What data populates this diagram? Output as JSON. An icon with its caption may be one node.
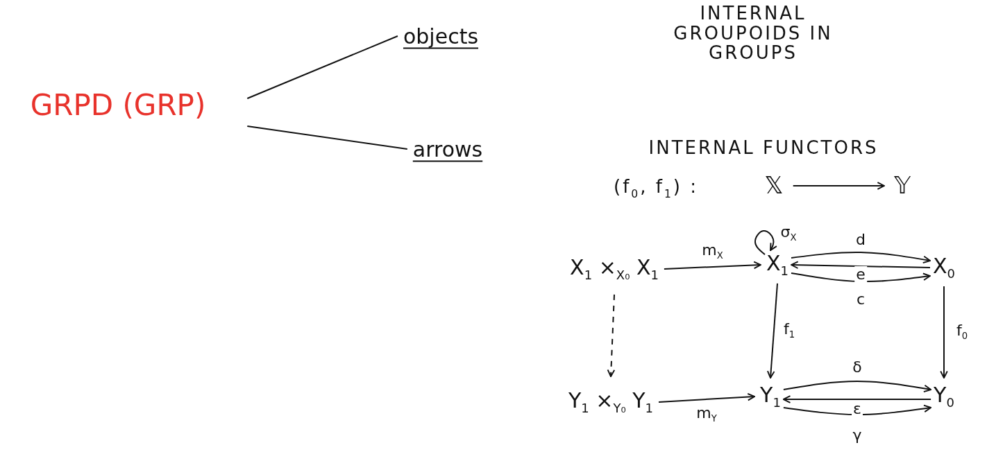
{
  "diagram": {
    "nodes": [
      {
        "text": [
          "GRPD (GRP)"
        ]
      },
      {
        "text": [
          "objects"
        ]
      },
      {
        "text": [
          "arrows"
        ]
      },
      {
        "text": [
          "𝕏"
        ]
      },
      {
        "text": [
          "𝕐"
        ]
      },
      {
        "text": [
          "X$_{1}$ ×$_{X₀}$ X$_{1}$"
        ]
      },
      {
        "text": [
          "X$_{1}$"
        ]
      },
      {
        "text": [
          "X$_{0}$"
        ]
      },
      {
        "text": [
          "Y$_{1}$ ×$_{Y₀}$ Y$_{1}$"
        ]
      },
      {
        "text": [
          "Y$_{1}$"
        ]
      },
      {
        "text": [
          "Y$_{0}$"
        ]
      }
    ],
    "edges": [
      {
        "from": 0,
        "to": 1,
        "arrow": "none"
      },
      {
        "from": 0,
        "to": 2,
        "arrow": "none"
      },
      {
        "from": 3,
        "to": 4,
        "arrow": "to"
      },
      {
        "from": 5,
        "to": 6,
        "arrow": "to",
        "label": "m$_{X}$"
      },
      {
        "from": 6,
        "to": 7,
        "arrow": "to",
        "label": "d"
      },
      {
        "from": 7,
        "to": 6,
        "arrow": "to",
        "label": "e"
      },
      {
        "from": 6,
        "to": 7,
        "arrow": "to",
        "label": "c"
      },
      {
        "from": 6,
        "to": 6,
        "arrow": "to",
        "label": "σ$_{X}$"
      },
      {
        "from": 5,
        "to": 8,
        "arrow": "to",
        "style": "dashed"
      },
      {
        "from": 6,
        "to": 9,
        "arrow": "to",
        "label": "f$_{1}$"
      },
      {
        "from": 7,
        "to": 10,
        "arrow": "to",
        "label": "f$_{0}$"
      },
      {
        "from": 8,
        "to": 9,
        "arrow": "to",
        "label": "m$_{Y}$"
      },
      {
        "from": 9,
        "to": 10,
        "arrow": "to",
        "label": "δ"
      },
      {
        "from": 10,
        "to": 9,
        "arrow": "to",
        "label": "ε"
      },
      {
        "from": 9,
        "to": 10,
        "arrow": "to",
        "label": "γ"
      }
    ],
    "labels": [
      "INTERNAL GROUPOIDS IN GROUPS",
      "INTERNAL FUNCTORS",
      "(f$_{0}$, f$_{1}$) :"
    ]
  }
}
